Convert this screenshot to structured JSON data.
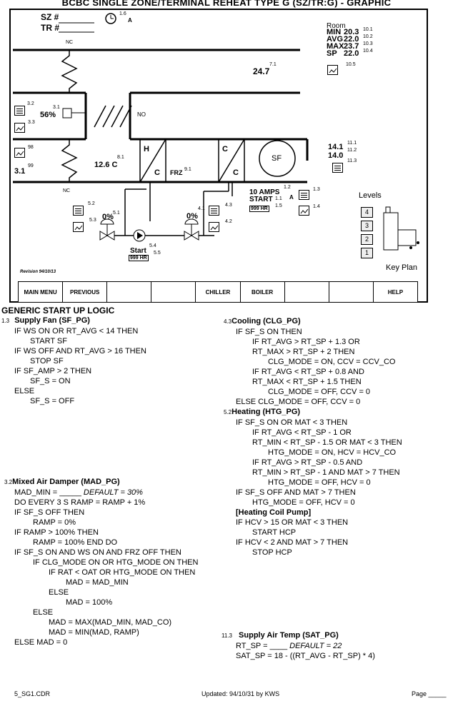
{
  "header": {
    "title": "BCBC SINGLE ZONE/TERMINAL REHEAT TYPE G (SZ/TR:G)  -  GRAPHIC",
    "sz_label": "SZ #",
    "tr_label": "TR #",
    "clock_ref": "1.6",
    "clock_unit": "A"
  },
  "room": {
    "label": "Room",
    "rows": [
      {
        "name": "MIN",
        "value": "20.3",
        "ref": "10.1"
      },
      {
        "name": "AVG",
        "value": "22.0",
        "ref": "10.2"
      },
      {
        "name": "MAX",
        "value": "23.7",
        "ref": "10.3"
      },
      {
        "name": "SP",
        "value": "22.0",
        "ref": "10.4"
      }
    ],
    "trend_ref": "10.5"
  },
  "diagram": {
    "return_temp": "24.7",
    "return_temp_ref": "7.1",
    "nc_top": "NC",
    "no_label": "NO",
    "nc_bottom": "NC",
    "damper_pct": "56%",
    "damper_ref": "3.1",
    "doc_ref_32": "3.2",
    "trend_ref_33": "3.3",
    "oa_ref_98": "98",
    "oa_ref_99": "99",
    "oa_temp": "3.1",
    "mixed_temp": "12.6 C",
    "mixed_temp_ref": "8.1",
    "heat_coil": "H",
    "heat_coil_c": "C",
    "cool_coil": "C",
    "cool_coil_c": "C",
    "frz": "FRZ",
    "frz_ref": "9.1",
    "fan": "SF",
    "sat1": "14.1",
    "sat1_ref": "11.1",
    "sat2": "14.0",
    "sat2_ref": "11.2",
    "sat_doc_ref": "11.3",
    "amps": "10 AMPS",
    "amps_ref": "1.2",
    "amps_unit": "A",
    "start": "START",
    "start_ref": "1.1",
    "hours": "999 HR",
    "hours_ref": "1.5",
    "doc_ref_13": "1.3",
    "trend_ref_14": "1.4",
    "hv_pct": "0%",
    "hv_ref": "5.1",
    "hv_doc_ref": "5.2",
    "hv_trend_ref": "5.3",
    "pump_start": "Start",
    "pump_start_ref": "5.4",
    "pump_hours": "999 HR",
    "pump_hours_ref": "5.5",
    "cv_pct": "0%",
    "cv_ref": "4.1",
    "cv_doc_ref": "4.3",
    "cv_trend_ref": "4.2",
    "levels_label": "Levels",
    "levels": [
      "4",
      "3",
      "2",
      "1"
    ],
    "keyplan": "Key Plan",
    "revision": "Revision 94/10/13"
  },
  "nav": [
    "MAIN MENU",
    "PREVIOUS",
    "",
    "",
    "CHILLER",
    "BOILER",
    "",
    "",
    "HELP"
  ],
  "logic_title": "GENERIC START UP LOGIC",
  "sf": {
    "ref": "1.3",
    "title": "Supply Fan (SF_PG)",
    "lines": [
      "IF WS ON OR RT_AVG < 14 THEN",
      "START SF",
      "IF WS OFF AND RT_AVG > 16 THEN",
      "STOP SF",
      "IF SF_AMP > 2 THEN",
      "SF_S = ON",
      "ELSE",
      "SF_S = OFF"
    ]
  },
  "mad": {
    "ref": "3.2",
    "title": "Mixed Air Damper (MAD_PG)",
    "min_line": "MAD_MIN = _____",
    "min_default": "DEFAULT = 30%",
    "lines": [
      "DO EVERY 3 S RAMP = RAMP + 1%",
      "IF SF_S OFF THEN",
      "RAMP = 0%",
      "IF RAMP > 100% THEN",
      "RAMP = 100% END DO",
      "IF SF_S ON AND WS ON AND FRZ OFF THEN",
      "IF CLG_MODE ON OR HTG_MODE ON THEN",
      "IF RAT < OAT OR HTG_MODE ON THEN",
      "MAD = MAD_MIN",
      "ELSE",
      "MAD = 100%",
      "ELSE",
      "MAD = MAX(MAD_MIN, MAD_CO)",
      "MAD = MIN(MAD, RAMP)",
      "ELSE MAD = 0"
    ]
  },
  "clg": {
    "ref": "4.3",
    "title": "Cooling (CLG_PG)",
    "lines": [
      "IF SF_S ON THEN",
      "IF RT_AVG > RT_SP + 1.3 OR",
      "RT_MAX > RT_SP + 2 THEN",
      "CLG_MODE = ON, CCV = CCV_CO",
      "IF RT_AVG < RT_SP + 0.8 AND",
      "RT_MAX < RT_SP + 1.5 THEN",
      "CLG_MODE = OFF, CCV = 0",
      "ELSE CLG_MODE = OFF, CCV = 0"
    ]
  },
  "htg": {
    "ref": "5.2",
    "title": "Heating (HTG_PG)",
    "lines": [
      "IF SF_S ON OR MAT < 3 THEN",
      "IF RT_AVG < RT_SP - 1 OR",
      "RT_MIN < RT_SP - 1.5 OR MAT < 3 THEN",
      "HTG_MODE = ON, HCV = HCV_CO",
      "IF RT_AVG > RT_SP - 0.5 AND",
      "RT_MIN > RT_SP - 1 AND MAT > 7 THEN",
      "HTG_MODE = OFF, HCV = 0",
      "IF SF_S OFF AND MAT > 7 THEN",
      "HTG_MODE = OFF, HCV = 0"
    ]
  },
  "hcp": {
    "title": "[Heating Coil Pump]",
    "lines": [
      "IF HCV > 15 OR MAT < 3 THEN",
      "START HCP",
      "IF HCV < 2 AND MAT > 7 THEN",
      "STOP HCP"
    ]
  },
  "sat": {
    "ref": "11.3",
    "title": "Supply Air Temp (SAT_PG)",
    "sp_line": "RT_SP = ____",
    "sp_default": "DEFAULT = 22",
    "formula": "SAT_SP = 18 - ((RT_AVG - RT_SP) * 4)"
  },
  "footer": {
    "file": "5_SG1.CDR",
    "updated": "Updated: 94/10/31 by KWS",
    "page": "Page _____"
  }
}
